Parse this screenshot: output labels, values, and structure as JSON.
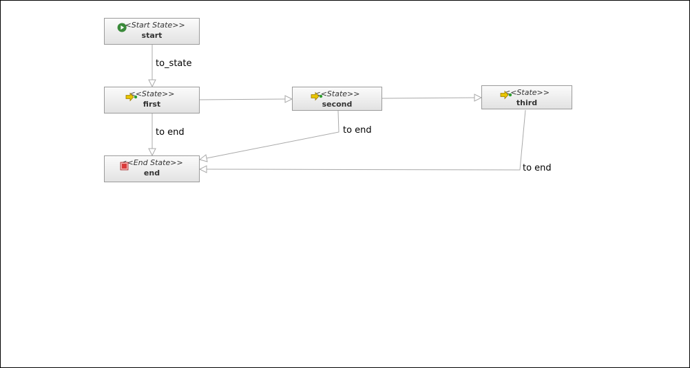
{
  "colors": {
    "edge": "#a8a8a8",
    "arrowhead_fill": "#ffffff",
    "node_border": "#9a9a9a",
    "start_icon": "#3a8a3a",
    "end_icon": "#d93a3a",
    "state_icon": "#e7c400",
    "state_dot": "#2f9e2f"
  },
  "nodes": {
    "start": {
      "stereotype": "<<Start State>>",
      "name": "start",
      "icon": "play-circle-icon"
    },
    "first": {
      "stereotype": "<<State>>",
      "name": "first",
      "icon": "state-arrow-icon"
    },
    "second": {
      "stereotype": "<<State>>",
      "name": "second",
      "icon": "state-arrow-icon"
    },
    "third": {
      "stereotype": "<<State>>",
      "name": "third",
      "icon": "state-arrow-icon"
    },
    "end": {
      "stereotype": "<<End State>>",
      "name": "end",
      "icon": "stop-square-icon"
    }
  },
  "transitions": [
    {
      "from": "start",
      "to": "first",
      "label": "to_state"
    },
    {
      "from": "first",
      "to": "second",
      "label": ""
    },
    {
      "from": "second",
      "to": "third",
      "label": ""
    },
    {
      "from": "first",
      "to": "end",
      "label": "to end"
    },
    {
      "from": "second",
      "to": "end",
      "label": "to end"
    },
    {
      "from": "third",
      "to": "end",
      "label": "to end"
    }
  ]
}
